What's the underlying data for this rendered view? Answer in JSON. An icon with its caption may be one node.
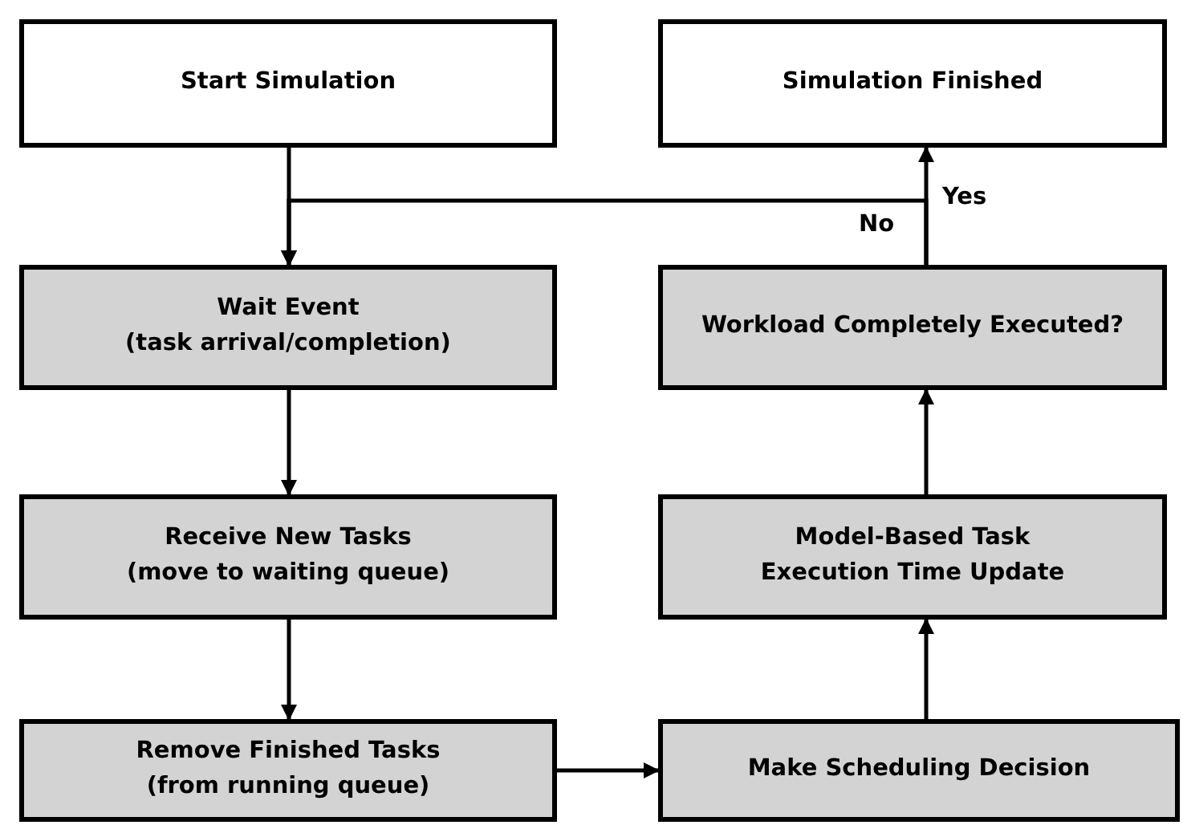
{
  "diagram": {
    "nodes": [
      {
        "text": [
          "Start Simulation"
        ]
      },
      {
        "text": [
          "Simulation Finished"
        ]
      },
      {
        "text": [
          "Wait Event",
          "(task arrival/completion)"
        ]
      },
      {
        "text": [
          "Workload Completely Executed?"
        ]
      },
      {
        "text": [
          "Receive New Tasks",
          "(move to waiting queue)"
        ]
      },
      {
        "text": [
          "Model-Based Task Execution Time Update"
        ]
      },
      {
        "text": [
          "Remove Finished Tasks",
          "(from running queue)"
        ]
      },
      {
        "text": [
          "Make Scheduling Decision"
        ]
      }
    ],
    "edges": [
      {
        "from": 0,
        "to": 2,
        "arrow": "to"
      },
      {
        "from": 2,
        "to": 4,
        "arrow": "to"
      },
      {
        "from": 4,
        "to": 6,
        "arrow": "to"
      },
      {
        "from": 6,
        "to": 7,
        "arrow": "to"
      },
      {
        "from": 7,
        "to": 5,
        "arrow": "to"
      },
      {
        "from": 5,
        "to": 3,
        "arrow": "to"
      },
      {
        "from": 3,
        "to": 1,
        "arrow": "to",
        "label": "Yes"
      },
      {
        "from": 3,
        "to": 2,
        "arrow": "to",
        "label": "No"
      }
    ]
  }
}
